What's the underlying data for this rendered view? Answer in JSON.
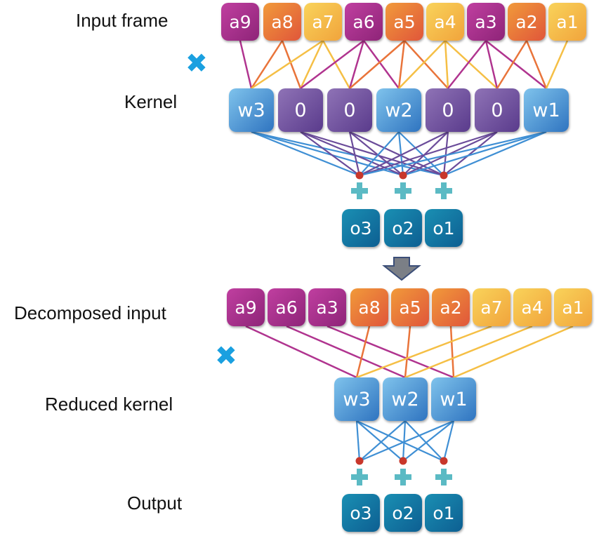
{
  "labels": {
    "input_frame": "Input frame",
    "kernel": "Kernel",
    "decomposed_input": "Decomposed input",
    "reduced_kernel": "Reduced kernel",
    "output": "Output"
  },
  "input_frame": [
    "a9",
    "a8",
    "a7",
    "a6",
    "a5",
    "a4",
    "a3",
    "a2",
    "a1"
  ],
  "kernel": [
    "w3",
    "0",
    "0",
    "w2",
    "0",
    "0",
    "w1"
  ],
  "outputs_top": [
    "o3",
    "o2",
    "o1"
  ],
  "decomposed_input": [
    "a9",
    "a6",
    "a3",
    "a8",
    "a5",
    "a2",
    "a7",
    "a4",
    "a1"
  ],
  "reduced_kernel": [
    "w3",
    "w2",
    "w1"
  ],
  "outputs_bottom": [
    "o3",
    "o2",
    "o1"
  ],
  "icons": {
    "multiply": "multiply-cross-icon",
    "add": "plus-icon",
    "arrow": "down-arrow-icon"
  },
  "colors": {
    "magenta": "#b0348f",
    "orange": "#e9743a",
    "yellow": "#f5bf45",
    "blue": "#3f8fd4",
    "purple": "#6b4c9a",
    "teal": "#137aa3",
    "cross": "#1aa0e0",
    "dot": "#c8372b",
    "plus": "#5bbac4"
  }
}
